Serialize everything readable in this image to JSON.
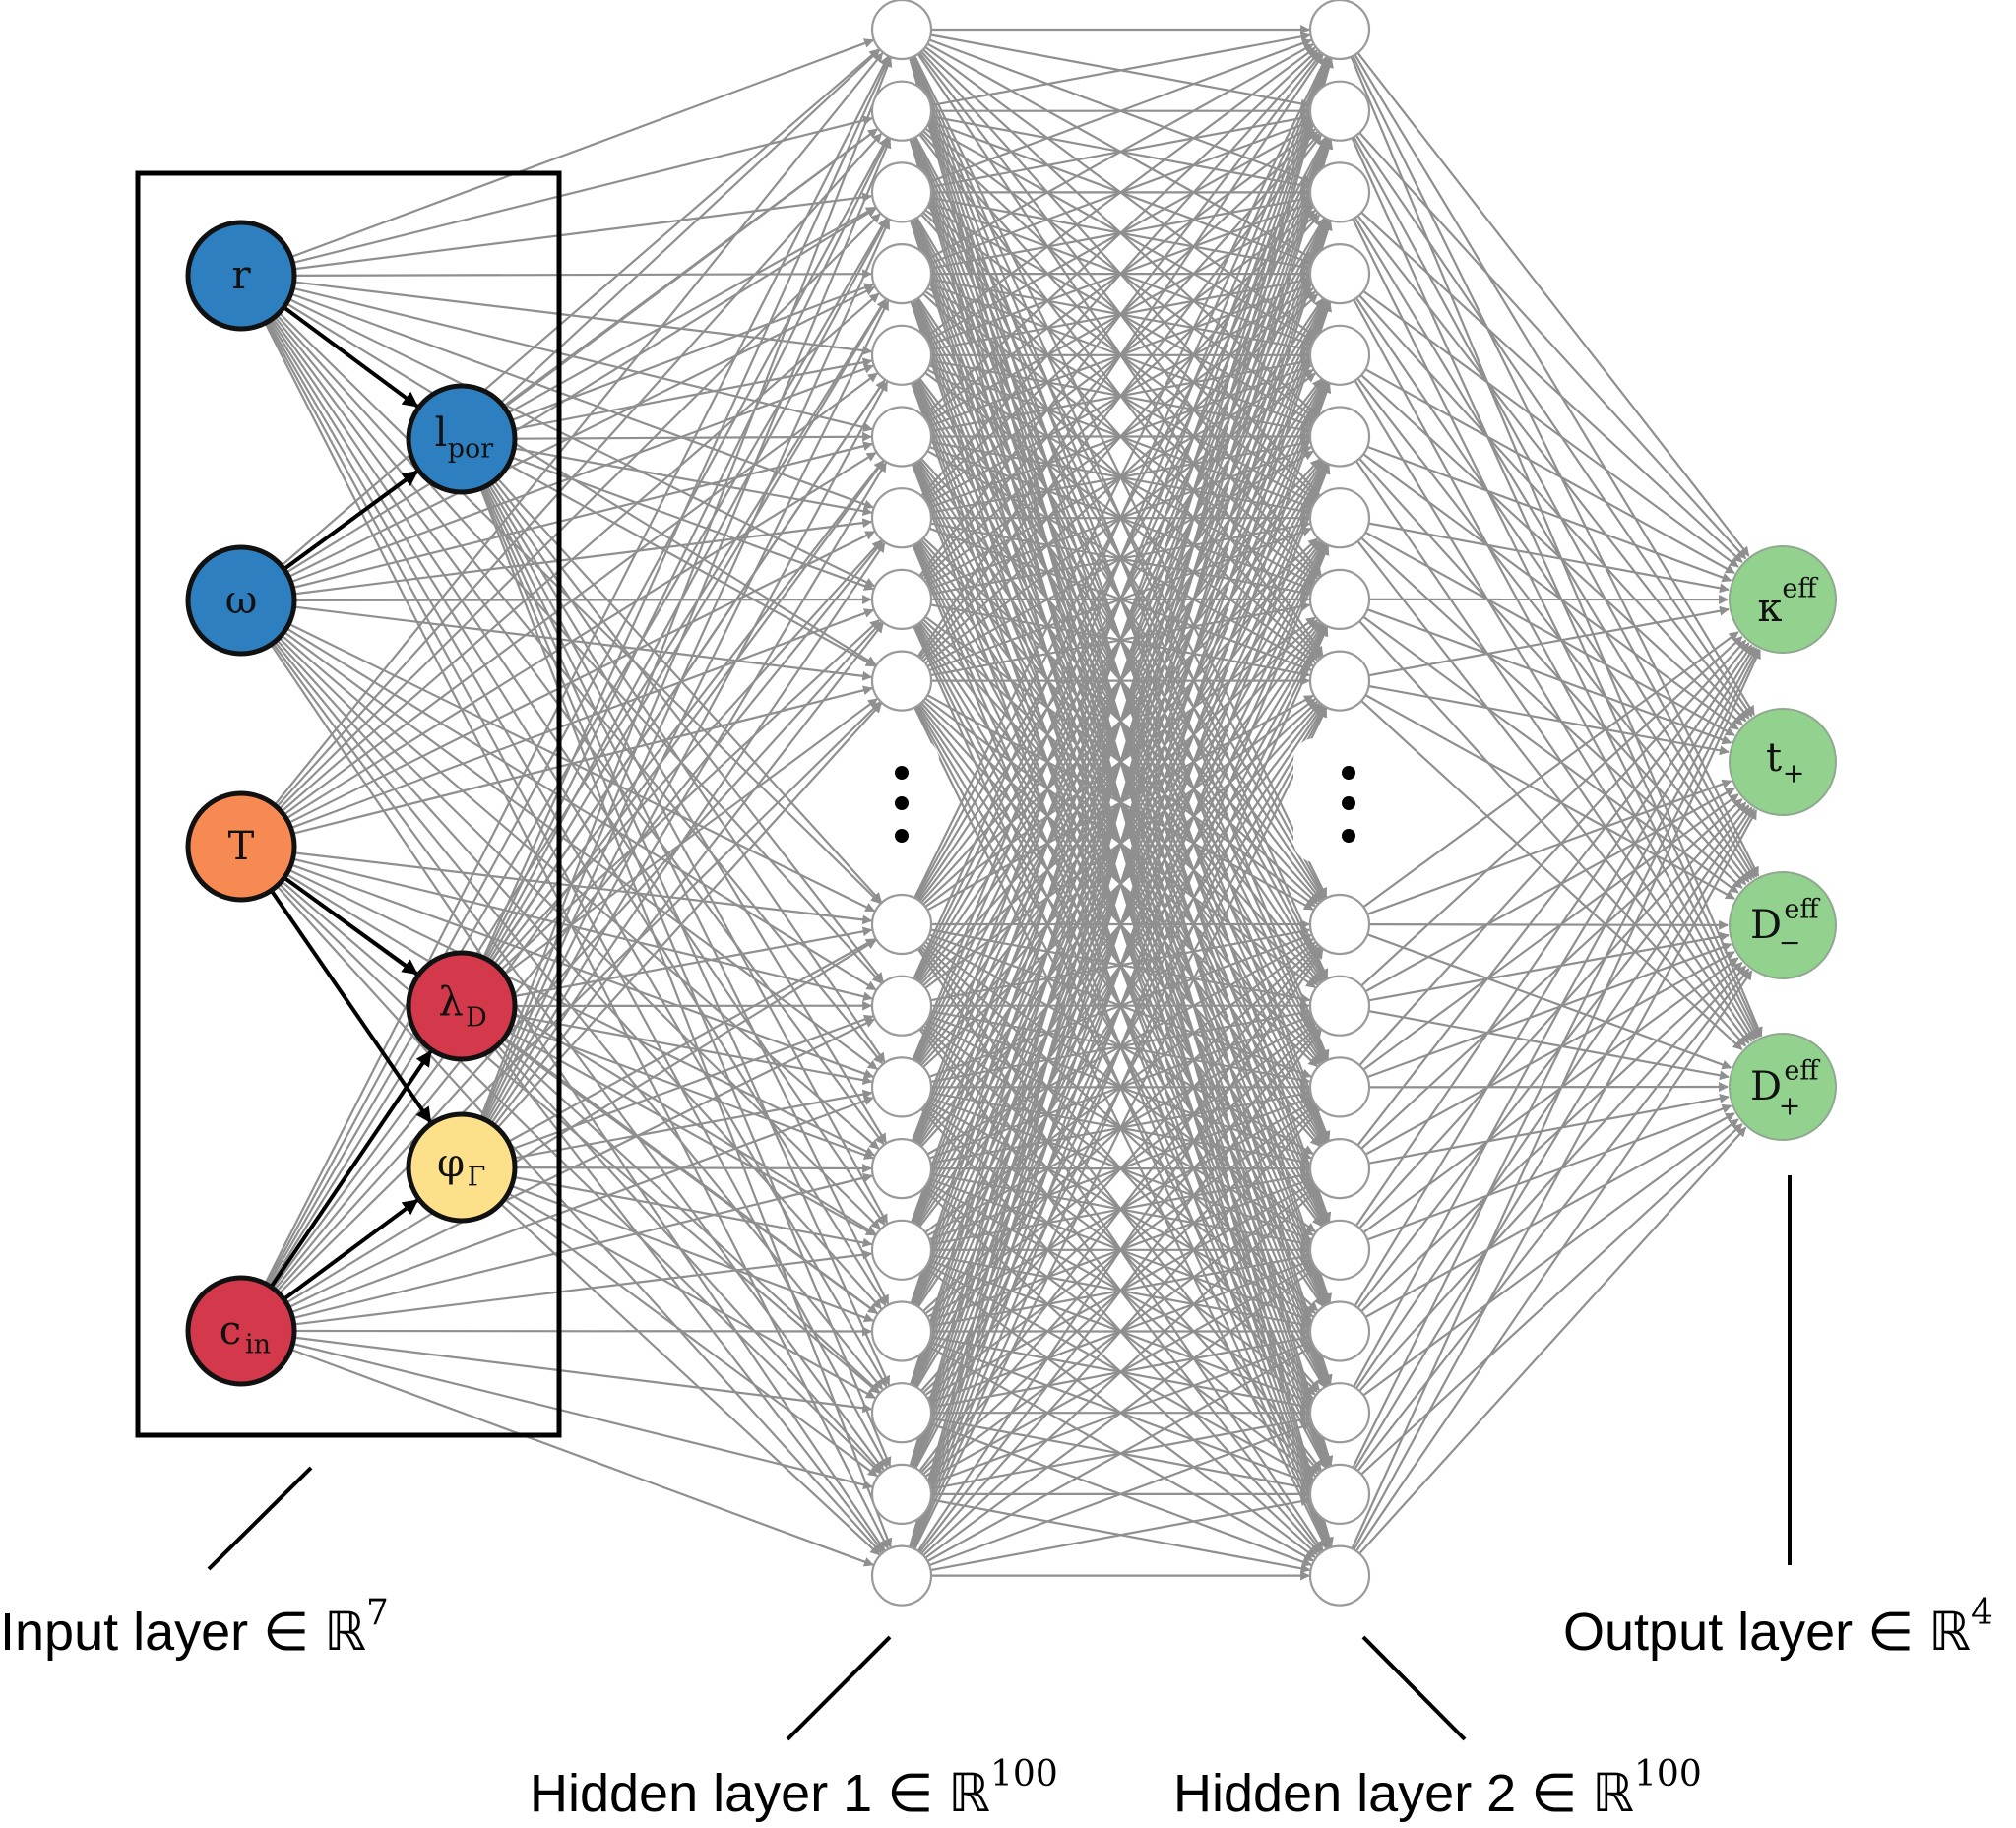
{
  "input_layer": {
    "label": "Input layer ∈ ℝ",
    "dimension": "7",
    "nodes": [
      {
        "id": "r",
        "main": "r",
        "sub": "",
        "sup": "",
        "color": "#2e7fbf"
      },
      {
        "id": "omega",
        "main": "ω",
        "sub": "",
        "sup": "",
        "color": "#2e7fbf"
      },
      {
        "id": "T",
        "main": "T",
        "sub": "",
        "sup": "",
        "color": "#f78a52"
      },
      {
        "id": "c_in",
        "main": "c",
        "sub": "in",
        "sup": "",
        "color": "#d4394b"
      },
      {
        "id": "l_por",
        "main": "l",
        "sub": "por",
        "sup": "",
        "color": "#2e7fbf"
      },
      {
        "id": "lambda_D",
        "main": "λ",
        "sub": "D",
        "sup": "",
        "color": "#d4394b"
      },
      {
        "id": "phi_Gamma",
        "main": "φ",
        "sub": "Γ",
        "sup": "",
        "color": "#fce08a"
      }
    ],
    "dependencies": [
      {
        "from": "r",
        "to": "l_por"
      },
      {
        "from": "omega",
        "to": "l_por"
      },
      {
        "from": "T",
        "to": "lambda_D"
      },
      {
        "from": "T",
        "to": "phi_Gamma"
      },
      {
        "from": "c_in",
        "to": "lambda_D"
      },
      {
        "from": "c_in",
        "to": "phi_Gamma"
      }
    ]
  },
  "hidden_layer_1": {
    "label": "Hidden layer 1 ∈ ℝ",
    "dimension": "100"
  },
  "hidden_layer_2": {
    "label": "Hidden layer 2 ∈ ℝ",
    "dimension": "100"
  },
  "output_layer": {
    "label": "Output layer ∈ ℝ",
    "dimension": "4",
    "nodes": [
      {
        "id": "kappa_eff",
        "main": "κ",
        "sub": "",
        "sup": "eff",
        "color": "#93d18f"
      },
      {
        "id": "t_plus",
        "main": "t",
        "sub": "+",
        "sup": "",
        "color": "#93d18f"
      },
      {
        "id": "D_minus_eff",
        "main": "D",
        "sub": "−",
        "sup": "eff",
        "color": "#93d18f"
      },
      {
        "id": "D_plus_eff",
        "main": "D",
        "sub": "+",
        "sup": "eff",
        "color": "#93d18f"
      }
    ]
  },
  "colors": {
    "edge": "#8f8f8f",
    "dependency_edge": "#000000",
    "hidden_node_fill": "#ffffff"
  }
}
